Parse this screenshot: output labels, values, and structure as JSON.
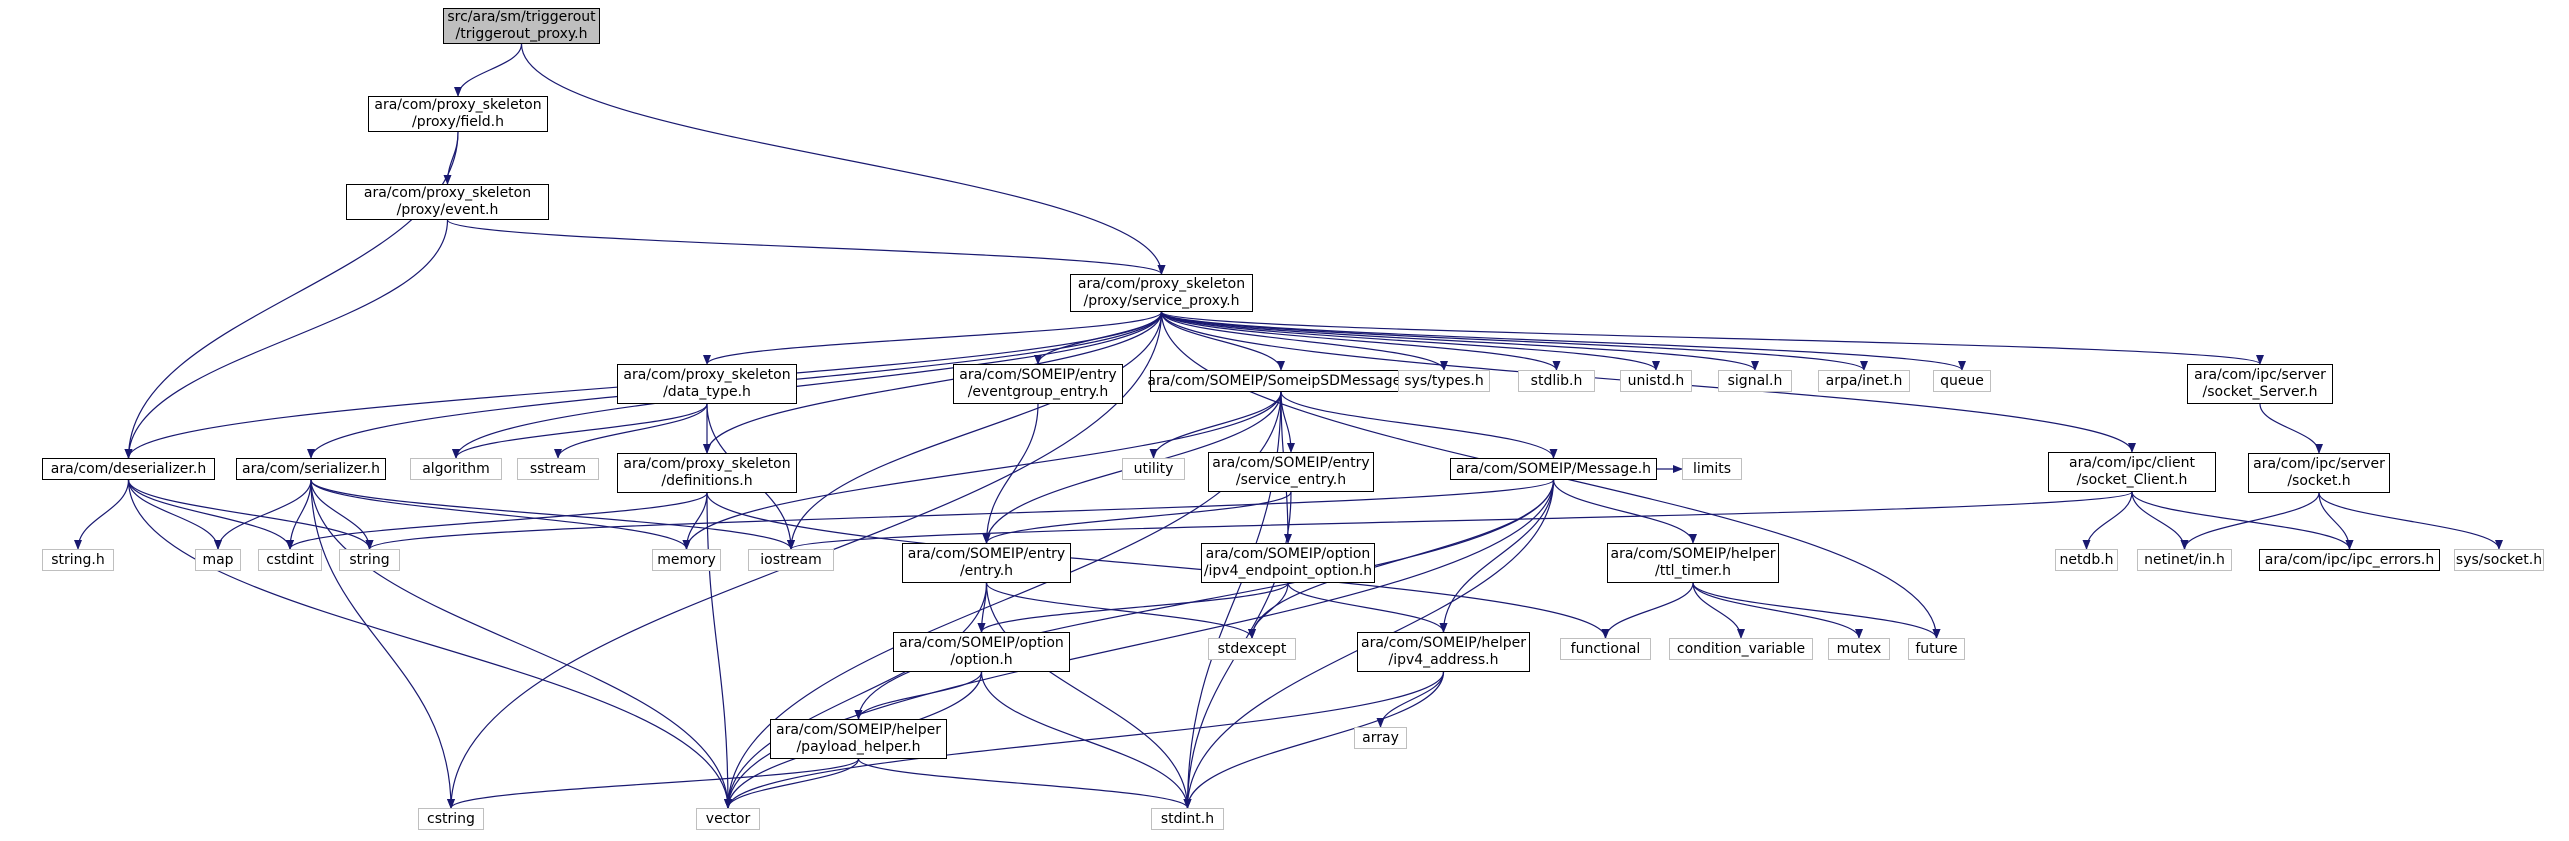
{
  "diagram": {
    "edge_color": "#191970",
    "root_fill": "#bfbfbf",
    "external_border": "#bfbfbf",
    "nodes": [
      {
        "id": "root",
        "lines": [
          "src/ara/sm/triggerout",
          "/triggerout_proxy.h"
        ],
        "kind": "root"
      },
      {
        "id": "field",
        "lines": [
          "ara/com/proxy_skeleton",
          "/proxy/field.h"
        ],
        "kind": "doc"
      },
      {
        "id": "event",
        "lines": [
          "ara/com/proxy_skeleton",
          "/proxy/event.h"
        ],
        "kind": "doc"
      },
      {
        "id": "sproxy",
        "lines": [
          "ara/com/proxy_skeleton",
          "/proxy/service_proxy.h"
        ],
        "kind": "doc"
      },
      {
        "id": "deser",
        "lines": [
          "ara/com/deserializer.h"
        ],
        "kind": "doc"
      },
      {
        "id": "ser",
        "lines": [
          "ara/com/serializer.h"
        ],
        "kind": "doc"
      },
      {
        "id": "dtype",
        "lines": [
          "ara/com/proxy_skeleton",
          "/data_type.h"
        ],
        "kind": "doc"
      },
      {
        "id": "defs",
        "lines": [
          "ara/com/proxy_skeleton",
          "/definitions.h"
        ],
        "kind": "doc"
      },
      {
        "id": "evgrp",
        "lines": [
          "ara/com/SOMEIP/entry",
          "/eventgroup_entry.h"
        ],
        "kind": "doc"
      },
      {
        "id": "sdmsg",
        "lines": [
          "ara/com/SOMEIP/SomeipSDMessage.h"
        ],
        "kind": "doc"
      },
      {
        "id": "sentry",
        "lines": [
          "ara/com/SOMEIP/entry",
          "/service_entry.h"
        ],
        "kind": "doc"
      },
      {
        "id": "msg",
        "lines": [
          "ara/com/SOMEIP/Message.h"
        ],
        "kind": "doc"
      },
      {
        "id": "entry",
        "lines": [
          "ara/com/SOMEIP/entry",
          "/entry.h"
        ],
        "kind": "doc"
      },
      {
        "id": "ipv4opt",
        "lines": [
          "ara/com/SOMEIP/option",
          "/ipv4_endpoint_option.h"
        ],
        "kind": "doc"
      },
      {
        "id": "option",
        "lines": [
          "ara/com/SOMEIP/option",
          "/option.h"
        ],
        "kind": "doc"
      },
      {
        "id": "payload",
        "lines": [
          "ara/com/SOMEIP/helper",
          "/payload_helper.h"
        ],
        "kind": "doc"
      },
      {
        "id": "ipv4addr",
        "lines": [
          "ara/com/SOMEIP/helper",
          "/ipv4_address.h"
        ],
        "kind": "doc"
      },
      {
        "id": "ttl",
        "lines": [
          "ara/com/SOMEIP/helper",
          "/ttl_timer.h"
        ],
        "kind": "doc"
      },
      {
        "id": "sclient",
        "lines": [
          "ara/com/ipc/client",
          "/socket_Client.h"
        ],
        "kind": "doc"
      },
      {
        "id": "sserver",
        "lines": [
          "ara/com/ipc/server",
          "/socket_Server.h"
        ],
        "kind": "doc"
      },
      {
        "id": "socket",
        "lines": [
          "ara/com/ipc/server",
          "/socket.h"
        ],
        "kind": "doc"
      },
      {
        "id": "ipcerr",
        "lines": [
          "ara/com/ipc/ipc_errors.h"
        ],
        "kind": "doc"
      },
      {
        "id": "systypes",
        "lines": [
          "sys/types.h"
        ],
        "kind": "sys"
      },
      {
        "id": "stdlib",
        "lines": [
          "stdlib.h"
        ],
        "kind": "sys"
      },
      {
        "id": "unistd",
        "lines": [
          "unistd.h"
        ],
        "kind": "sys"
      },
      {
        "id": "signal",
        "lines": [
          "signal.h"
        ],
        "kind": "sys"
      },
      {
        "id": "arpainet",
        "lines": [
          "arpa/inet.h"
        ],
        "kind": "sys"
      },
      {
        "id": "queue",
        "lines": [
          "queue"
        ],
        "kind": "sys"
      },
      {
        "id": "algorithm",
        "lines": [
          "algorithm"
        ],
        "kind": "sys"
      },
      {
        "id": "sstream",
        "lines": [
          "sstream"
        ],
        "kind": "sys"
      },
      {
        "id": "utility",
        "lines": [
          "utility"
        ],
        "kind": "sys"
      },
      {
        "id": "stringh",
        "lines": [
          "string.h"
        ],
        "kind": "sys"
      },
      {
        "id": "map",
        "lines": [
          "map"
        ],
        "kind": "sys"
      },
      {
        "id": "cstdint",
        "lines": [
          "cstdint"
        ],
        "kind": "sys"
      },
      {
        "id": "string",
        "lines": [
          "string"
        ],
        "kind": "sys"
      },
      {
        "id": "memory",
        "lines": [
          "memory"
        ],
        "kind": "sys"
      },
      {
        "id": "iostream",
        "lines": [
          "iostream"
        ],
        "kind": "sys"
      },
      {
        "id": "stdexcept",
        "lines": [
          "stdexcept"
        ],
        "kind": "sys"
      },
      {
        "id": "functional",
        "lines": [
          "functional"
        ],
        "kind": "sys"
      },
      {
        "id": "condvar",
        "lines": [
          "condition_variable"
        ],
        "kind": "sys"
      },
      {
        "id": "mutex",
        "lines": [
          "mutex"
        ],
        "kind": "sys"
      },
      {
        "id": "future",
        "lines": [
          "future"
        ],
        "kind": "sys"
      },
      {
        "id": "limits",
        "lines": [
          "limits"
        ],
        "kind": "sys"
      },
      {
        "id": "netdb",
        "lines": [
          "netdb.h"
        ],
        "kind": "sys"
      },
      {
        "id": "netinet",
        "lines": [
          "netinet/in.h"
        ],
        "kind": "sys"
      },
      {
        "id": "syssocket",
        "lines": [
          "sys/socket.h"
        ],
        "kind": "sys"
      },
      {
        "id": "array",
        "lines": [
          "array"
        ],
        "kind": "sys"
      },
      {
        "id": "cstring",
        "lines": [
          "cstring"
        ],
        "kind": "sys"
      },
      {
        "id": "vector",
        "lines": [
          "vector"
        ],
        "kind": "sys"
      },
      {
        "id": "stdint",
        "lines": [
          "stdint.h"
        ],
        "kind": "sys"
      }
    ],
    "edges": [
      [
        "root",
        "field"
      ],
      [
        "root",
        "sproxy"
      ],
      [
        "field",
        "event"
      ],
      [
        "field",
        "deser"
      ],
      [
        "event",
        "sproxy"
      ],
      [
        "event",
        "deser"
      ],
      [
        "sproxy",
        "deser"
      ],
      [
        "sproxy",
        "ser"
      ],
      [
        "sproxy",
        "dtype"
      ],
      [
        "sproxy",
        "defs"
      ],
      [
        "sproxy",
        "evgrp"
      ],
      [
        "sproxy",
        "sdmsg"
      ],
      [
        "sproxy",
        "systypes"
      ],
      [
        "sproxy",
        "stdlib"
      ],
      [
        "sproxy",
        "unistd"
      ],
      [
        "sproxy",
        "signal"
      ],
      [
        "sproxy",
        "arpainet"
      ],
      [
        "sproxy",
        "queue"
      ],
      [
        "sproxy",
        "sserver"
      ],
      [
        "sproxy",
        "sclient"
      ],
      [
        "sproxy",
        "algorithm"
      ],
      [
        "sproxy",
        "iostream"
      ],
      [
        "sproxy",
        "cstring"
      ],
      [
        "sproxy",
        "future"
      ],
      [
        "deser",
        "stringh"
      ],
      [
        "deser",
        "map"
      ],
      [
        "deser",
        "cstdint"
      ],
      [
        "deser",
        "string"
      ],
      [
        "deser",
        "vector"
      ],
      [
        "ser",
        "map"
      ],
      [
        "ser",
        "cstdint"
      ],
      [
        "ser",
        "string"
      ],
      [
        "ser",
        "memory"
      ],
      [
        "ser",
        "iostream"
      ],
      [
        "ser",
        "cstring"
      ],
      [
        "ser",
        "vector"
      ],
      [
        "dtype",
        "algorithm"
      ],
      [
        "dtype",
        "sstream"
      ],
      [
        "dtype",
        "defs"
      ],
      [
        "dtype",
        "iostream"
      ],
      [
        "defs",
        "cstdint"
      ],
      [
        "defs",
        "memory"
      ],
      [
        "defs",
        "vector"
      ],
      [
        "defs",
        "functional"
      ],
      [
        "evgrp",
        "entry"
      ],
      [
        "sdmsg",
        "utility"
      ],
      [
        "sdmsg",
        "sentry"
      ],
      [
        "sdmsg",
        "msg"
      ],
      [
        "sdmsg",
        "entry"
      ],
      [
        "sdmsg",
        "ipv4opt"
      ],
      [
        "sdmsg",
        "memory"
      ],
      [
        "sdmsg",
        "vector"
      ],
      [
        "sdmsg",
        "stdint"
      ],
      [
        "sentry",
        "entry"
      ],
      [
        "sentry",
        "stdint"
      ],
      [
        "msg",
        "string"
      ],
      [
        "msg",
        "ttl"
      ],
      [
        "msg",
        "limits"
      ],
      [
        "msg",
        "ipv4addr"
      ],
      [
        "msg",
        "payload"
      ],
      [
        "msg",
        "stdexcept"
      ],
      [
        "msg",
        "vector"
      ],
      [
        "msg",
        "stdint"
      ],
      [
        "entry",
        "option"
      ],
      [
        "entry",
        "stdexcept"
      ],
      [
        "entry",
        "vector"
      ],
      [
        "entry",
        "stdint"
      ],
      [
        "ipv4opt",
        "option"
      ],
      [
        "ipv4opt",
        "ipv4addr"
      ],
      [
        "ipv4opt",
        "stdexcept"
      ],
      [
        "option",
        "payload"
      ],
      [
        "option",
        "vector"
      ],
      [
        "option",
        "stdint"
      ],
      [
        "payload",
        "cstring"
      ],
      [
        "payload",
        "vector"
      ],
      [
        "payload",
        "stdint"
      ],
      [
        "ipv4addr",
        "array"
      ],
      [
        "ipv4addr",
        "vector"
      ],
      [
        "ipv4addr",
        "stdint"
      ],
      [
        "ttl",
        "functional"
      ],
      [
        "ttl",
        "condvar"
      ],
      [
        "ttl",
        "mutex"
      ],
      [
        "ttl",
        "future"
      ],
      [
        "sclient",
        "netdb"
      ],
      [
        "sclient",
        "netinet"
      ],
      [
        "sclient",
        "ipcerr"
      ],
      [
        "sclient",
        "iostream"
      ],
      [
        "sserver",
        "socket"
      ],
      [
        "socket",
        "netinet"
      ],
      [
        "socket",
        "ipcerr"
      ],
      [
        "socket",
        "syssocket"
      ]
    ]
  }
}
